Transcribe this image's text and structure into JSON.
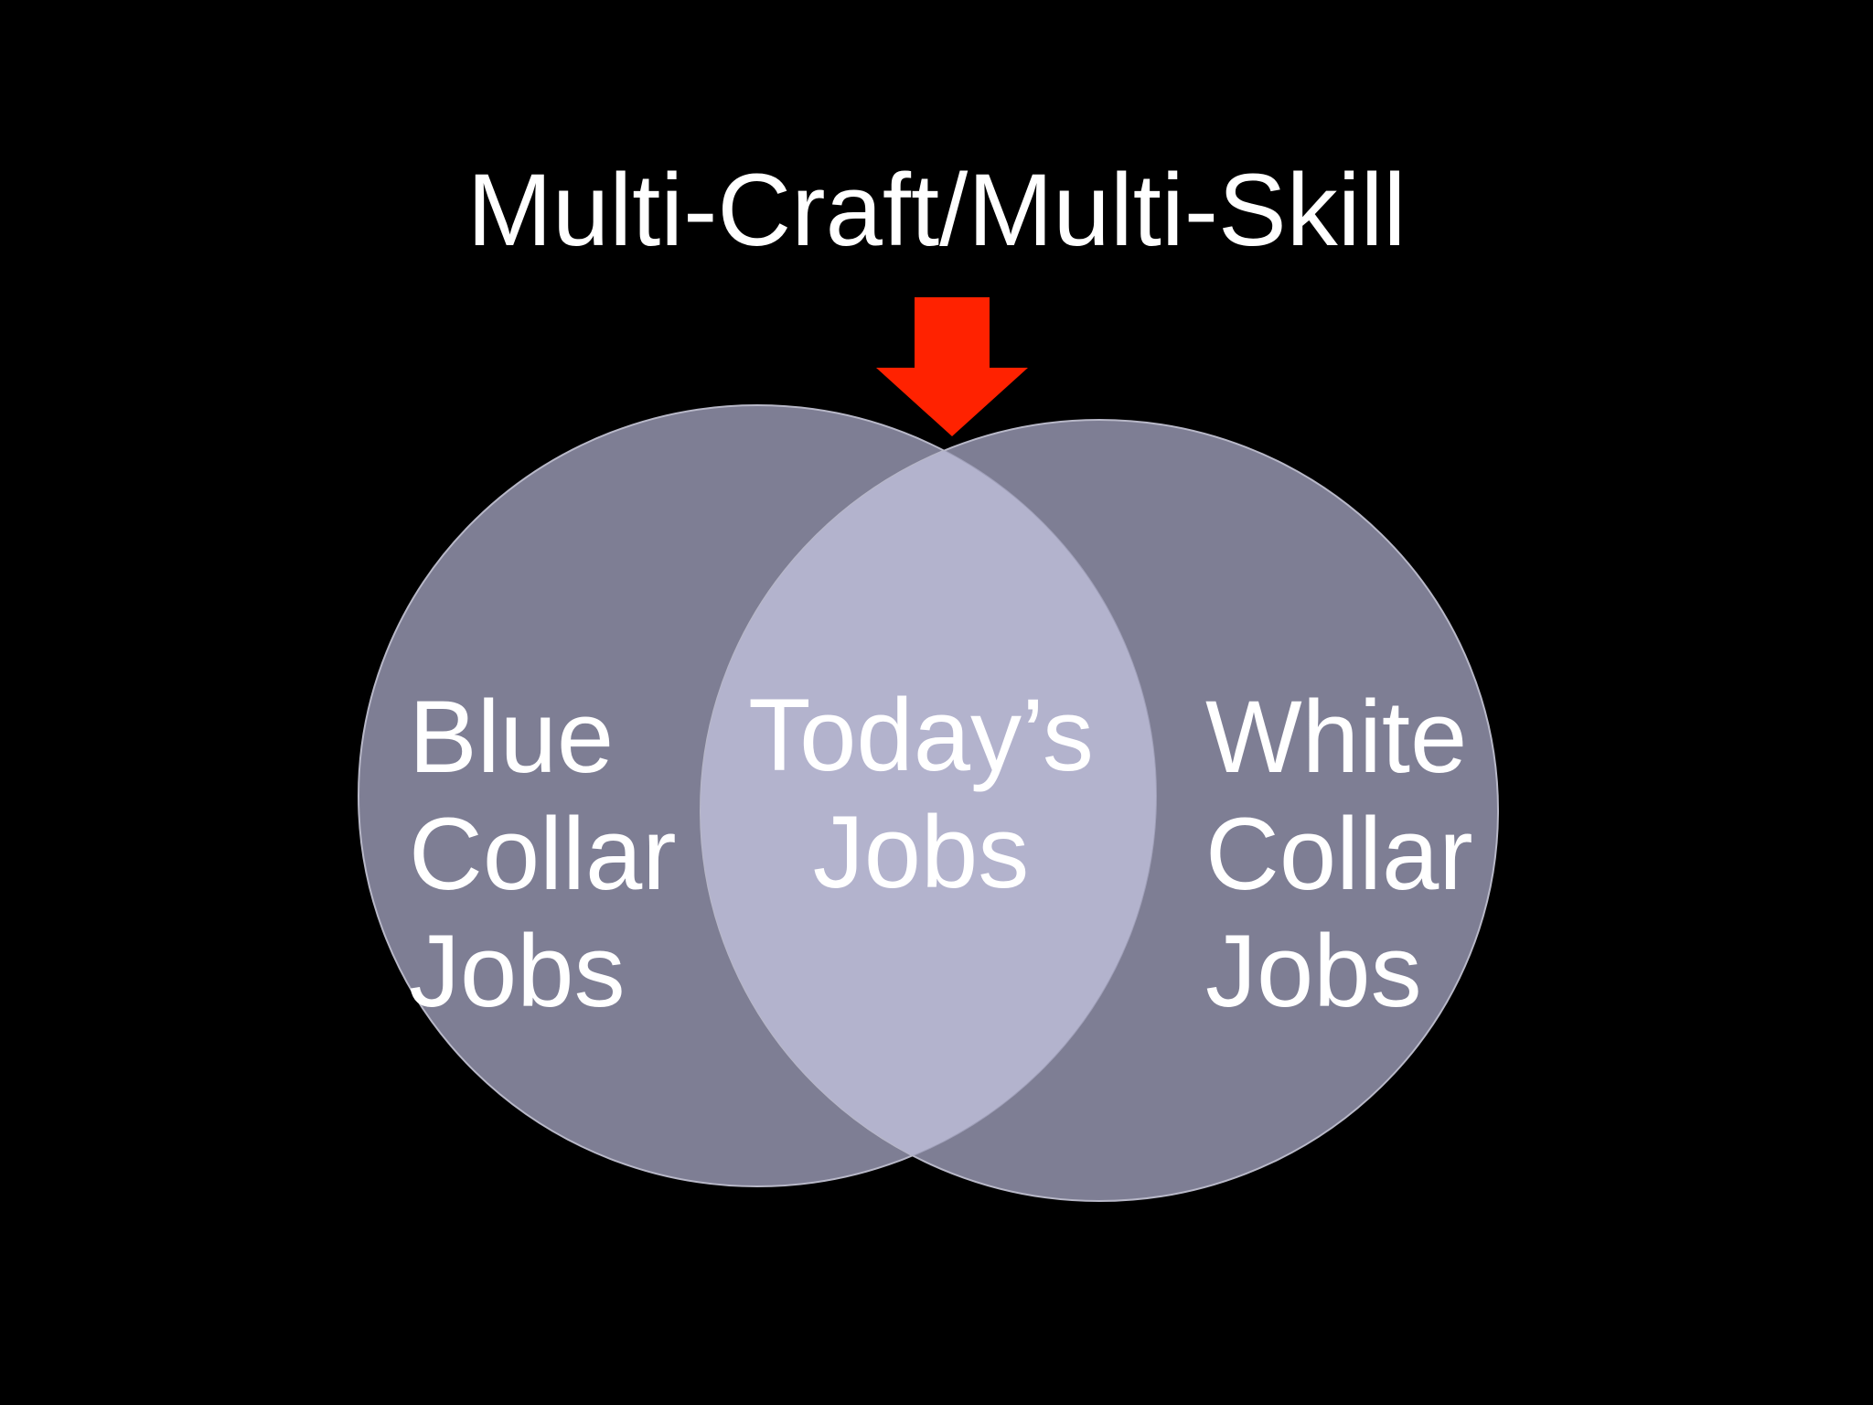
{
  "title": "Multi-Craft/Multi-Skill",
  "colors": {
    "background": "#000000",
    "circle_fill": "#9a9ab4",
    "circle_stroke": "#b8b8c8",
    "overlap_fill": "#b3b3cd",
    "arrow": "#ff2200",
    "text": "#ffffff"
  },
  "icons": {
    "arrow": "down-arrow-icon"
  },
  "sets": {
    "left": {
      "lines": [
        "Blue",
        "Collar",
        "Jobs"
      ]
    },
    "intersection": {
      "lines": [
        "Today’s",
        "Jobs"
      ]
    },
    "right": {
      "lines": [
        "White",
        "Collar",
        "Jobs"
      ]
    }
  }
}
